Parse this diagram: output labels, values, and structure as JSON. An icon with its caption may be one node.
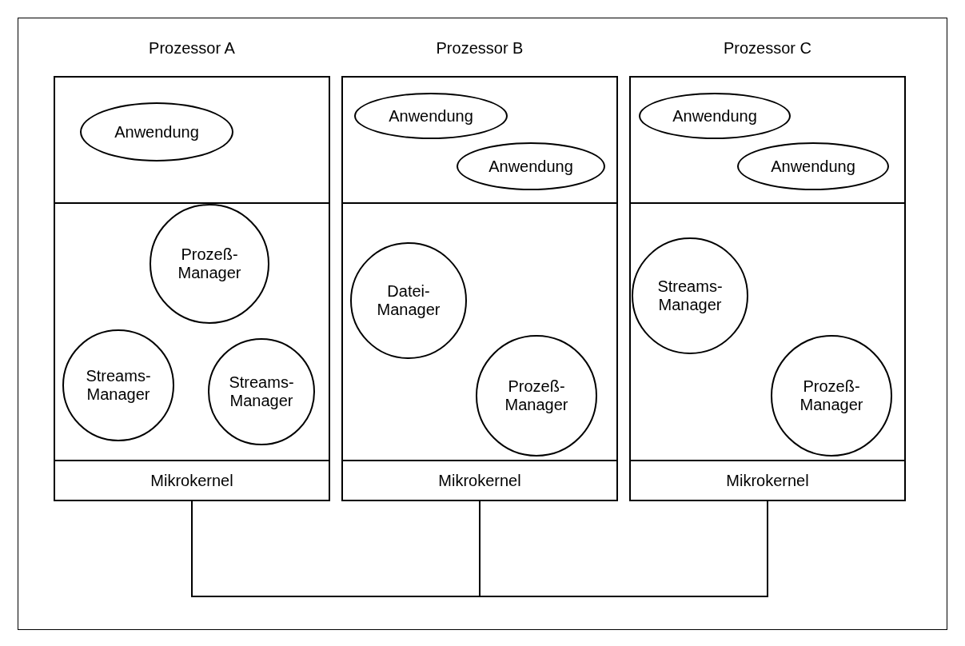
{
  "diagram": {
    "nodes": [
      {
        "text": [
          "Prozessor A"
        ]
      },
      {
        "text": [],
        "shape": "box",
        "in": 0
      },
      {
        "text": [
          "Anwendung"
        ],
        "in": 1
      },
      {
        "text": [],
        "shape": "box",
        "in": 0
      },
      {
        "text": [
          "Prozeß- Manager"
        ],
        "in": 3
      },
      {
        "text": [
          "Streams- Manager"
        ],
        "in": 3
      },
      {
        "text": [
          "Streams- Manager"
        ],
        "in": 3
      },
      {
        "text": [
          "Mikrokernel"
        ],
        "in": 0
      },
      {
        "text": [
          "Prozessor B"
        ]
      },
      {
        "text": [],
        "shape": "box",
        "in": 8
      },
      {
        "text": [
          "Anwendung"
        ],
        "in": 9
      },
      {
        "text": [
          "Anwendung"
        ],
        "in": 9
      },
      {
        "text": [],
        "shape": "box",
        "in": 8
      },
      {
        "text": [
          "Datei- Manager"
        ],
        "in": 12
      },
      {
        "text": [
          "Prozeß- Manager"
        ],
        "in": 12
      },
      {
        "text": [
          "Mikrokernel"
        ],
        "in": 8
      },
      {
        "text": [
          "Prozessor C"
        ]
      },
      {
        "text": [],
        "shape": "box",
        "in": 16
      },
      {
        "text": [
          "Anwendung"
        ],
        "in": 17
      },
      {
        "text": [
          "Anwendung"
        ],
        "in": 17
      },
      {
        "text": [],
        "shape": "box",
        "in": 16
      },
      {
        "text": [
          "Streams- Manager"
        ],
        "in": 20
      },
      {
        "text": [
          "Prozeß- Manager"
        ],
        "in": 20
      },
      {
        "text": [
          "Mikrokernel"
        ],
        "in": 16
      }
    ],
    "edges": [
      {
        "from": 7,
        "to": 15,
        "arrow": "none"
      },
      {
        "from": 15,
        "to": 23,
        "arrow": "none"
      }
    ]
  }
}
